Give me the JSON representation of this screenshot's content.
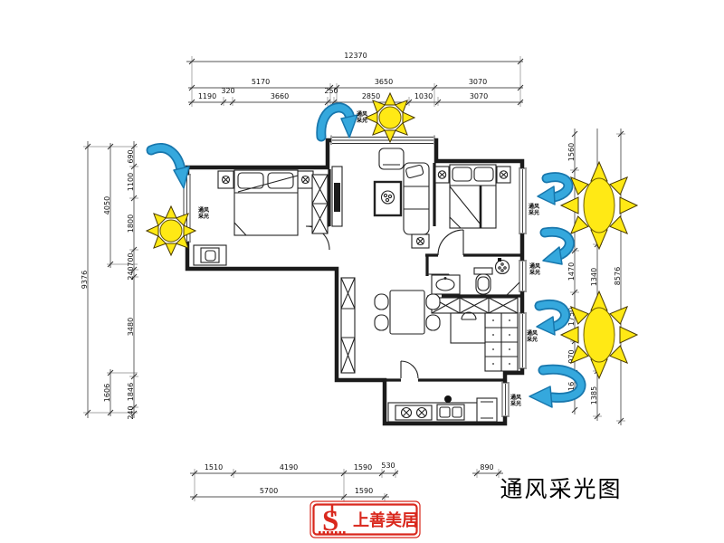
{
  "title": "通风采光图",
  "logo": {
    "glyph": "S",
    "text": "上善美居"
  },
  "vent_label": {
    "line1": "通风",
    "line2": "采光"
  },
  "dims": {
    "top_total": "12370",
    "top_row2": [
      "5170",
      "3650",
      "3070"
    ],
    "top_row3": [
      "1190",
      "320",
      "3660",
      "250",
      "2850",
      "1030",
      "3070"
    ],
    "left_total": "9376",
    "left_mid": [
      "4050",
      "1606"
    ],
    "left_inner": [
      "690",
      "1100",
      "1800",
      "700",
      "240",
      "3480",
      "1846",
      "240"
    ],
    "right_total": "8576",
    "right_mid": [
      "1340",
      "1385"
    ],
    "right_inner": [
      "1560",
      "1470",
      "1750",
      "970",
      "1616"
    ],
    "bottom_row1": [
      "1510",
      "4190",
      "1590",
      "530"
    ],
    "bottom_row1b": "890",
    "bottom_row2": [
      "5700",
      "1590"
    ]
  }
}
